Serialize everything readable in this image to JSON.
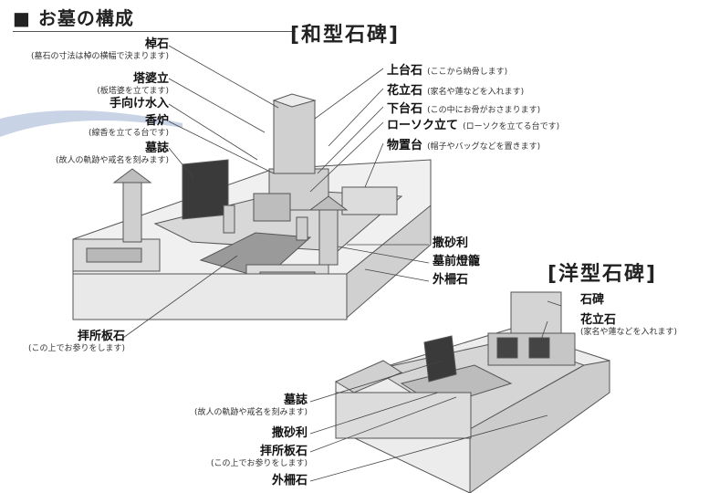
{
  "header": {
    "title": "■ お墓の構成"
  },
  "wa": {
    "title": "[和型石碑]",
    "labels_left": [
      {
        "name": "棹石",
        "sub": "(墓石の寸法は棹の横幅で決まります)"
      },
      {
        "name": "塔婆立",
        "sub": "(板塔婆を立てます)"
      },
      {
        "name": "手向け水入",
        "sub": ""
      },
      {
        "name": "香炉",
        "sub": "(線香を立てる台です)"
      },
      {
        "name": "墓誌",
        "sub": "(故人の軌跡や戒名を刻みます)"
      }
    ],
    "labels_right": [
      {
        "name": "上台石",
        "sub": "(ここから納骨します)"
      },
      {
        "name": "花立石",
        "sub": "(家名や蓮などを入れます)"
      },
      {
        "name": "下台石",
        "sub": "(この中にお骨がおさまります)"
      },
      {
        "name": "ローソク立て",
        "sub": "(ローソクを立てる台です)"
      },
      {
        "name": "物置台",
        "sub": "(帽子やバッグなどを置きます)"
      }
    ],
    "labels_lower": [
      {
        "name": "撒砂利",
        "sub": ""
      },
      {
        "name": "墓前燈籠",
        "sub": ""
      },
      {
        "name": "外柵石",
        "sub": ""
      }
    ],
    "label_haisho": {
      "name": "拝所板石",
      "sub": "(この上でお参りをします)"
    }
  },
  "yo": {
    "title": "[洋型石碑]",
    "labels_right": [
      {
        "name": "石碑",
        "sub": ""
      },
      {
        "name": "花立石",
        "sub": "(家名や蓮などを入れます)"
      }
    ],
    "labels_left": [
      {
        "name": "墓誌",
        "sub": "(故人の軌跡や戒名を刻みます)"
      },
      {
        "name": "撒砂利",
        "sub": ""
      },
      {
        "name": "拝所板石",
        "sub": "(この上でお参りをします)"
      },
      {
        "name": "外柵石",
        "sub": ""
      }
    ]
  }
}
